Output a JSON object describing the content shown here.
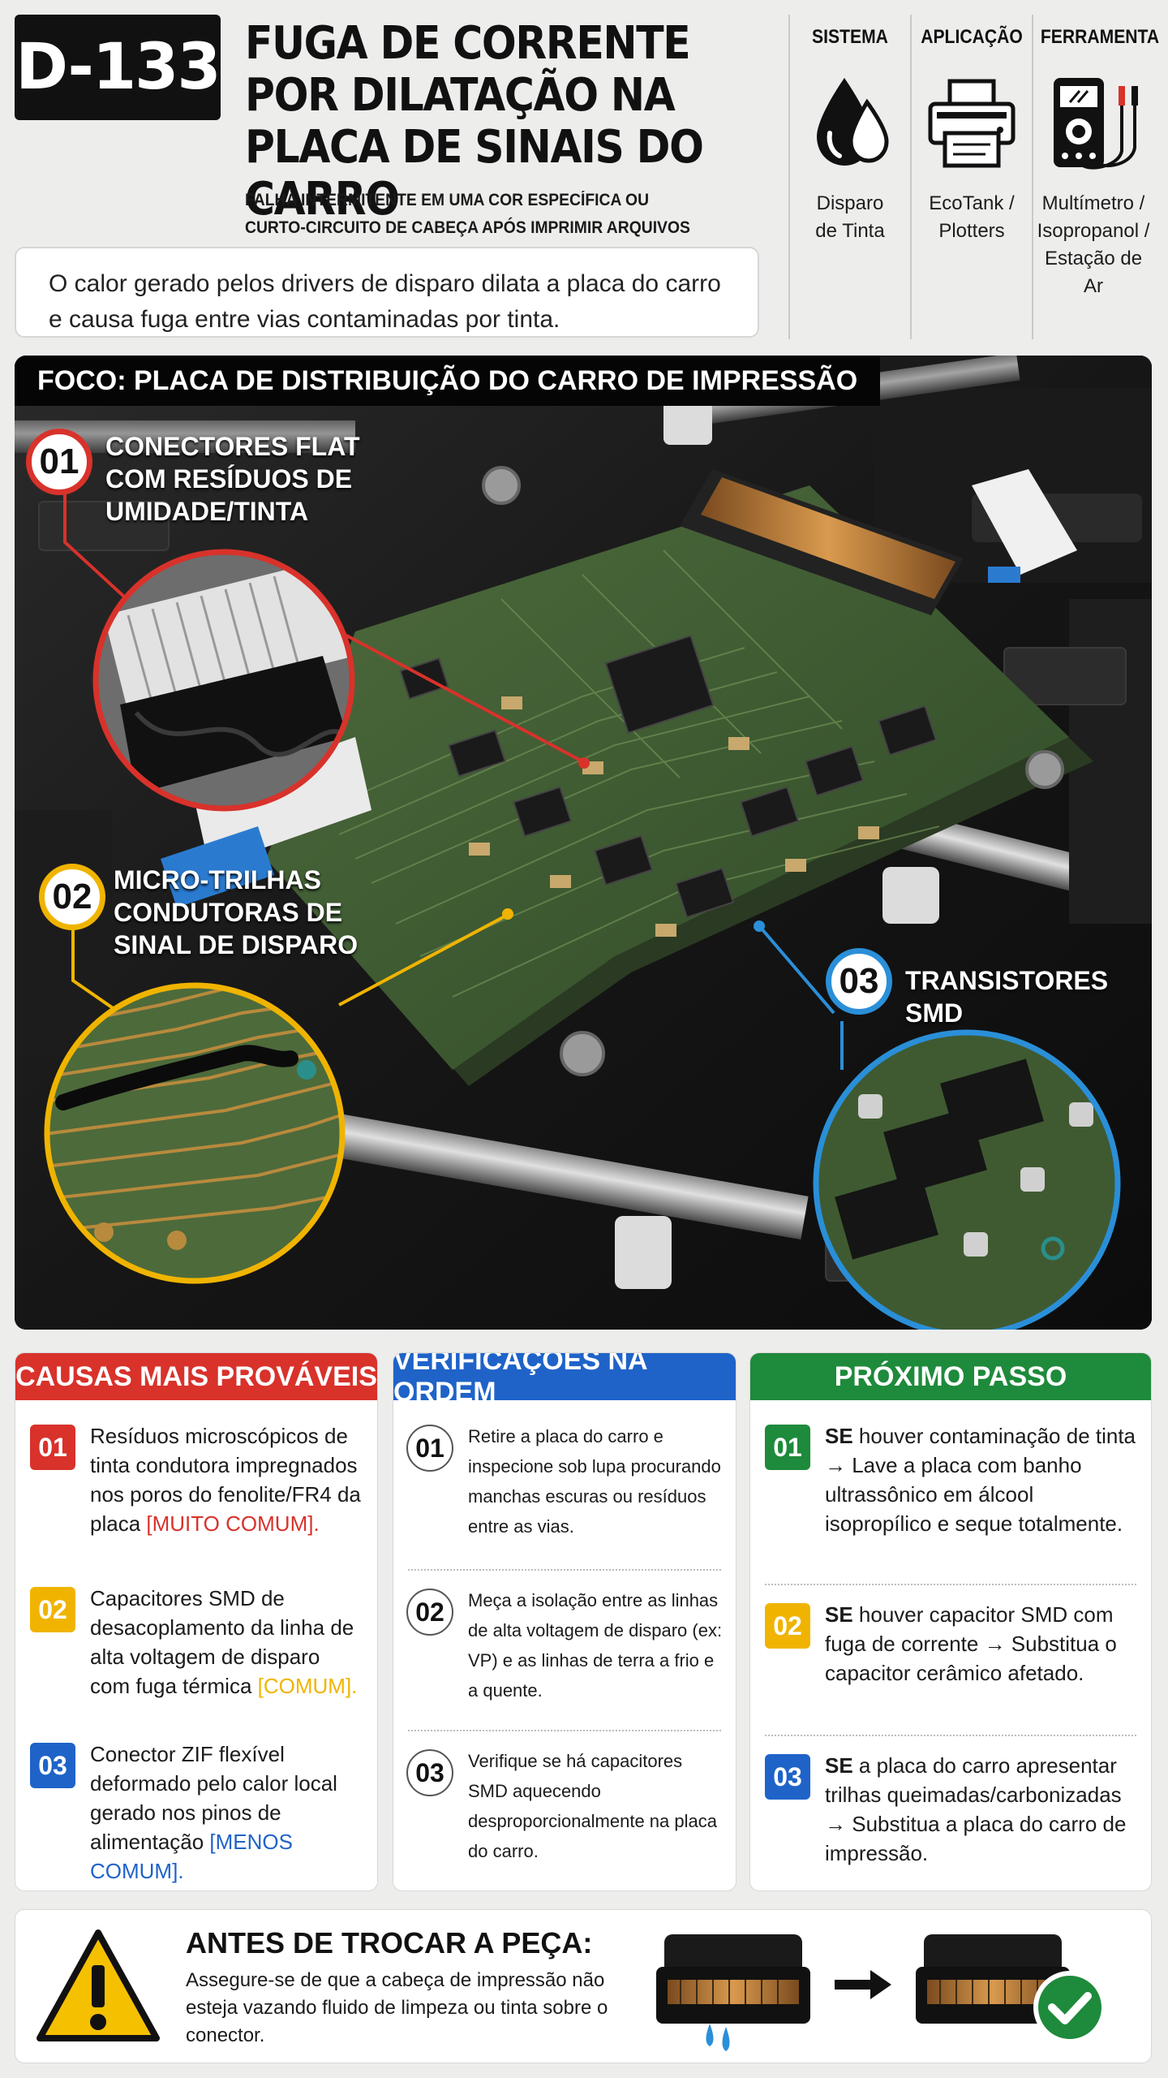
{
  "header": {
    "code": "D-133",
    "title": "FUGA DE CORRENTE POR DILATAÇÃO NA PLACA DE SINAIS DO CARRO",
    "subtitle_line1": "FALHA INTERMITENTE EM UMA COR ESPECÍFICA OU",
    "subtitle_line2": "CURTO-CIRCUITO DE CABEÇA APÓS IMPRIMIR ARQUIVOS PESADOS.",
    "summary": "O calor gerado pelos drivers de disparo dilata a placa do carro e causa fuga entre vias contaminadas por tinta."
  },
  "categories": [
    {
      "head": "SISTEMA",
      "icon": "ink-drop-icon",
      "line1": "Disparo",
      "line2": "de Tinta",
      "line3": ""
    },
    {
      "head": "APLICAÇÃO",
      "icon": "printer-icon",
      "line1": "EcoTank /",
      "line2": "Plotters",
      "line3": ""
    },
    {
      "head": "FERRAMENTA",
      "icon": "multimeter-icon",
      "line1": "Multímetro /",
      "line2": "Isopropanol /",
      "line3": "Estação de Ar"
    }
  ],
  "photo": {
    "focus_label": "FOCO: PLACA DE DISTRIBUIÇÃO DO CARRO DE IMPRESSÃO",
    "callouts": [
      {
        "num": "01",
        "line1": "CONECTORES FLAT",
        "line2": "COM RESÍDUOS DE",
        "line3": "UMIDADE/TINTA",
        "color": "#d8322b"
      },
      {
        "num": "02",
        "line1": "MICRO-TRILHAS",
        "line2": "CONDUTORAS DE",
        "line3": "SINAL DE DISPARO",
        "color": "#f0b400"
      },
      {
        "num": "03",
        "line1": "TRANSISTORES SMD",
        "line2": "",
        "line3": "",
        "color": "#2a8fd8"
      }
    ]
  },
  "causes": {
    "title": "CAUSAS MAIS PROVÁVEIS",
    "color": "#d8322b",
    "items": [
      {
        "num": "01",
        "text": "Resíduos microscópicos de tinta condutora impregnados nos poros do fenolite/FR4 da placa ",
        "tag": "[MUITO COMUM].",
        "tag_color": "#d8322b",
        "num_color": "#d8322b"
      },
      {
        "num": "02",
        "text": "Capacitores SMD de desacoplamento da linha de alta voltagem de disparo com fuga térmica ",
        "tag": "[COMUM].",
        "tag_color": "#f0b400",
        "num_color": "#f0b400"
      },
      {
        "num": "03",
        "text": "Conector ZIF flexível deformado pelo calor local gerado nos pinos de alimentação ",
        "tag": "[MENOS COMUM].",
        "tag_color": "#1f63c9",
        "num_color": "#1f63c9"
      }
    ]
  },
  "checks": {
    "title": "VERIFICAÇÕES NA ORDEM",
    "color": "#1f63c9",
    "items": [
      {
        "num": "01",
        "text": "Retire a placa do carro e inspecione sob lupa procurando manchas escuras ou resíduos entre as vias."
      },
      {
        "num": "02",
        "text": "Meça a isolação entre as linhas de alta voltagem de disparo (ex: VP) e as linhas de terra a frio e a quente."
      },
      {
        "num": "03",
        "text": "Verifique se há capacitores SMD aquecendo desproporcionalmente na placa do carro."
      }
    ]
  },
  "next": {
    "title": "PRÓXIMO PASSO",
    "color": "#1e8a3b",
    "items": [
      {
        "num": "01",
        "bold": "SE",
        "text": " houver contaminação de tinta → Lave a placa com banho ultrassônico em álcool isopropílico e seque totalmente.",
        "num_color": "#1e8a3b"
      },
      {
        "num": "02",
        "bold": "SE",
        "text": " houver capacitor SMD com fuga de corrente → Substitua o capacitor cerâmico afetado.",
        "num_color": "#f0b400"
      },
      {
        "num": "03",
        "bold": "SE",
        "text": " a placa do carro apresentar trilhas queimadas/carbonizadas → Substitua a placa do carro de impressão.",
        "num_color": "#1f63c9"
      }
    ]
  },
  "footer": {
    "title": "ANTES DE TROCAR A PEÇA:",
    "text": "Assegure-se de que a cabeça de impressão não esteja vazando fluido de limpeza ou tinta sobre o conector.",
    "warning_color": "#f5c000",
    "check_color": "#1e8a3b"
  }
}
